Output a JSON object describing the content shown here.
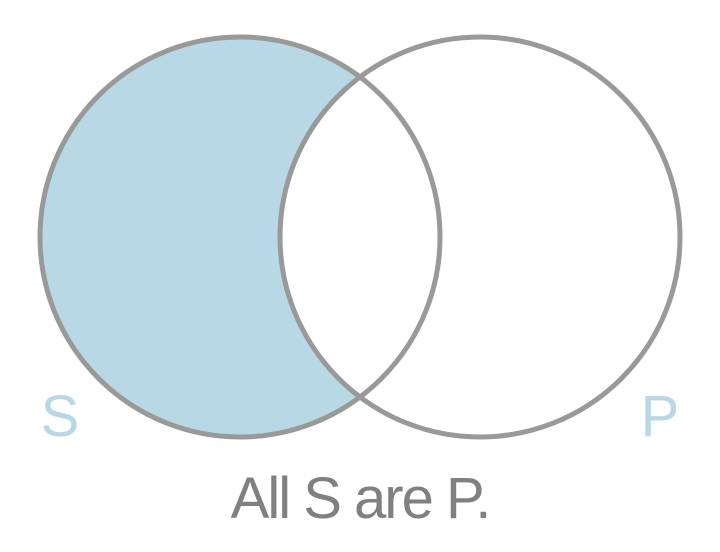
{
  "diagram": {
    "type": "venn",
    "caption": "All S are P.",
    "sets": [
      {
        "id": "S",
        "label": "S"
      },
      {
        "id": "P",
        "label": "P"
      }
    ],
    "shaded_region": "S-only",
    "colors": {
      "shade": "#b8d8e5",
      "outline": "#999999",
      "label": "#b8d8e5",
      "caption": "#808080",
      "background": "#ffffff"
    }
  }
}
